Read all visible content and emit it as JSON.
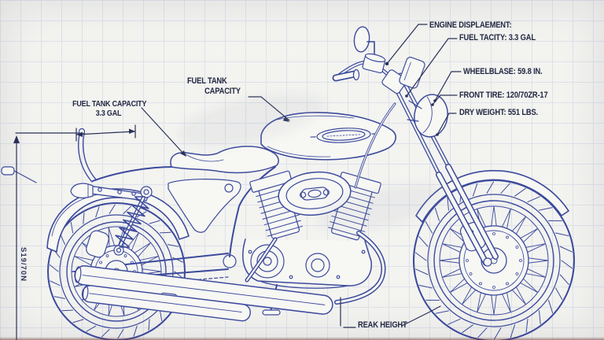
{
  "annotations": {
    "engine_displacement": "ENGINE DISPLAEMENT:",
    "fuel_capacity": "FUEL TACITY: 3.3 GAL",
    "wheelbase": "WHEELBLASE: 59.8 IN.",
    "front_tire": "FRONT TIRE: 120/70ZR-17",
    "dry_weight": "DRY WEIGHT: 551 LBS.",
    "fuel_tank_label": {
      "line1": "FUEL TANK",
      "line2": "CAPACITY"
    },
    "fuel_tank_capacity": {
      "line1": "FUEL TANK CAPACITY",
      "line2": "3.3 GAL"
    },
    "seat_height": "REAK HEIGHT",
    "side_dimension": "S19/70N"
  },
  "colors": {
    "ink": "#3c4a9c",
    "ink_dark": "#2b3158",
    "label_text": "#232842",
    "paper": "#f7f7f4",
    "grid": "#dde1e9",
    "background": "#f3f3f0"
  }
}
